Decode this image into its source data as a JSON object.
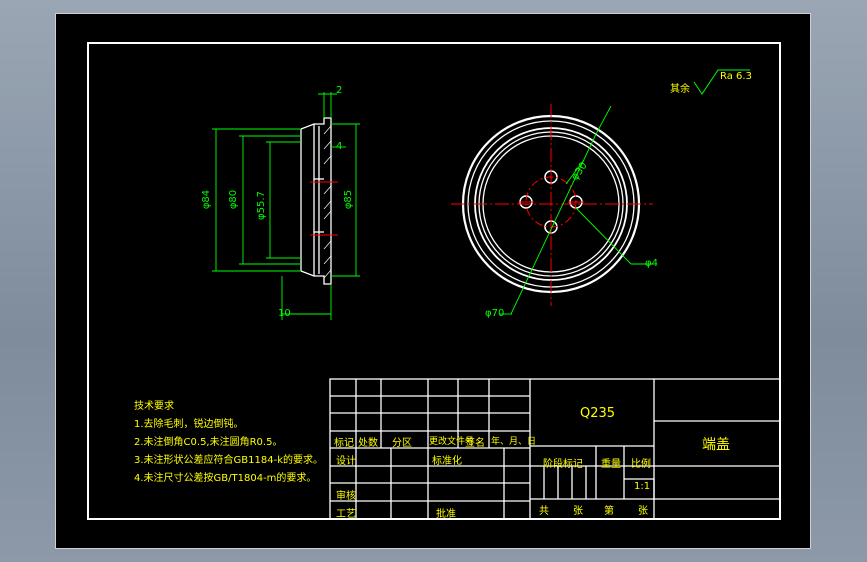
{
  "notes": {
    "title": "技术要求",
    "items": [
      "1.去除毛刺，锐边倒钝。",
      "2.未注倒角C0.5,未注圆角R0.5。",
      "3.未注形状公差应符合GB1184-k的要求。",
      "4.未注尺寸公差按GB/T1804-m的要求。"
    ]
  },
  "roughness": {
    "label": "其余",
    "value": "Ra 6.3"
  },
  "side_view": {
    "dims": {
      "d_outer": "φ84",
      "d_mid": "φ80",
      "d_inner": "φ55.7",
      "d_right": "φ85",
      "top": "2",
      "side": "4",
      "bottom": "10"
    }
  },
  "front_view": {
    "dims": {
      "pcd": "φ70",
      "hole": "φ4",
      "bolt": "φ30"
    }
  },
  "title_block": {
    "material": "Q235",
    "part_name": "端盖",
    "rev_headers": [
      "标记",
      "处数",
      "分区",
      "更改文件号",
      "签名",
      "年、月、日"
    ],
    "design": "设计",
    "standardize": "标准化",
    "review": "审核",
    "process": "工艺",
    "approve": "批准",
    "stage_mark": "阶段标记",
    "weight": "重量",
    "scale": "比例",
    "scale_value": "1:1",
    "total_sheets": "共",
    "sheets_unit": "张",
    "sheet_no": "第",
    "sheet_unit": "张"
  },
  "colors": {
    "background": "#000000",
    "frame": "#ffffff",
    "text": "#ffff00",
    "dimension": "#00ff00",
    "centerline": "#ff0000"
  }
}
